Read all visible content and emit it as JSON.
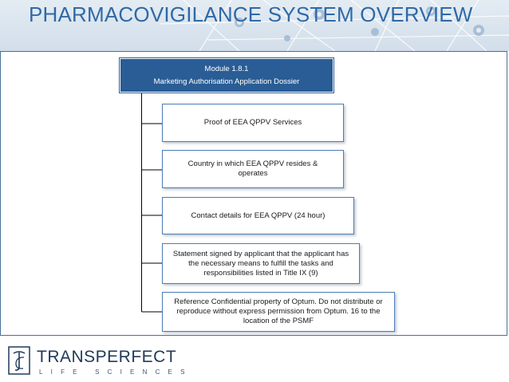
{
  "slide": {
    "title": "PHARMACOVIGILANCE SYSTEM OVERVIEW",
    "colors": {
      "title": "#2f69a6",
      "root_fill": "#2a5d95",
      "child_border": "#4d7db3",
      "connector": "#000000"
    }
  },
  "diagram": {
    "root": {
      "line1": "Module 1.8.1",
      "line2": "Marketing Authorisation Application Dossier"
    },
    "children": [
      {
        "label": "Proof of EEA QPPV Services"
      },
      {
        "label": "Country in which EEA QPPV resides & operates"
      },
      {
        "label": "Contact details for EEA QPPV (24 hour)"
      },
      {
        "label": "Statement signed by applicant that the applicant has the necessary means to fulfill the tasks and responsibilities listed in Title IX (9)"
      },
      {
        "label": "Reference Confidential property of Optum. Do not distribute or reproduce without express permission from Optum. 16 to the location of the PSMF"
      }
    ]
  },
  "footer": {
    "logo_name": "TRANSPERFECT",
    "logo_sub": "LIFE SCIENCES",
    "logo_icon": "transperfect-monogram-icon"
  }
}
